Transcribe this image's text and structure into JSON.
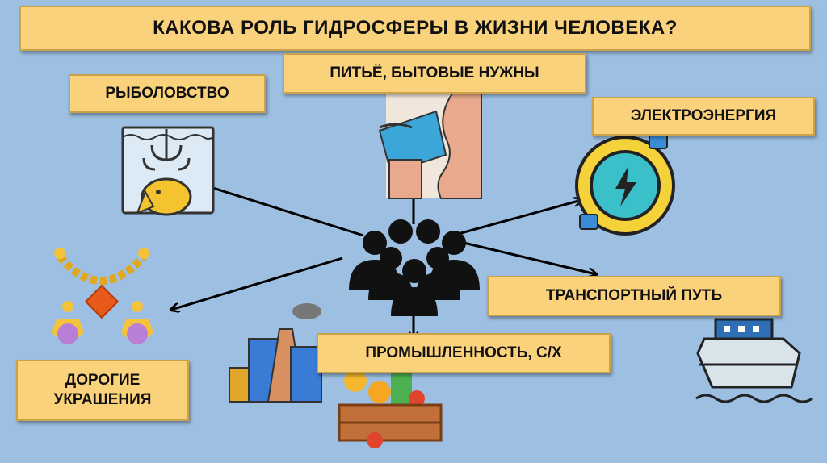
{
  "title": "КАКОВА РОЛЬ ГИДРОСФЕРЫ В ЖИЗНИ ЧЕЛОВЕКА?",
  "roles": {
    "drinking": "ПИТЬЁ, БЫТОВЫЕ НУЖНЫ",
    "fishing": "РЫБОЛОВСТВО",
    "electricity": "ЭЛЕКТРОЭНЕРГИЯ",
    "transport": "ТРАНСПОРТНЫЙ ПУТЬ",
    "industry": "ПРОМЫШЛЕННОСТЬ, С/Х",
    "jewelry": "ДОРОГИЕ\nУКРАШЕНИЯ"
  },
  "icons": [
    "people-group-icon",
    "fishing-hook-icon",
    "drinking-water-icon",
    "electricity-plug-icon",
    "ship-icon",
    "jewelry-icon",
    "factory-icon",
    "vegetable-crate-icon"
  ],
  "colors": {
    "background": "#9dbfe2",
    "box": "#fbd27c",
    "arrow": "#000000"
  }
}
